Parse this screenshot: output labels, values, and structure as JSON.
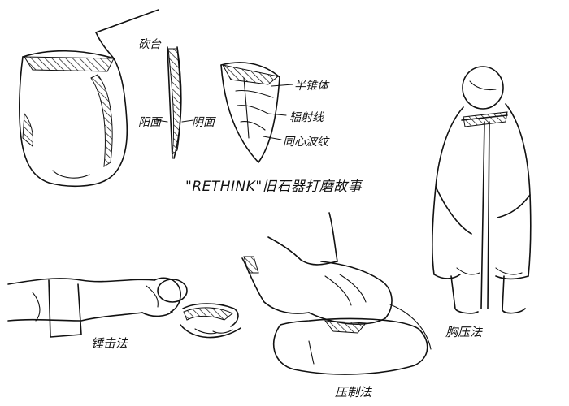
{
  "labels": {
    "title": "\"RETHINK\"旧石器打磨故事",
    "striking_platform": "砍台",
    "ventral_face": "阳面",
    "dorsal_face": "阴面",
    "bulb": "半锥体",
    "radial_lines": "辐射线",
    "ripple_marks": "同心波纹",
    "hammer_method": "锤击法",
    "pressing_method": "压制法",
    "chest_pressure_method": "胸压法"
  }
}
